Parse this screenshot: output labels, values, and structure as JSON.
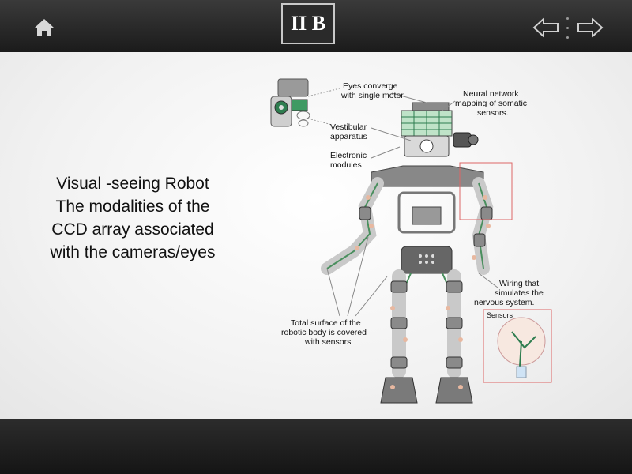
{
  "slide": {
    "title": "II B",
    "body_lines": [
      "Visual -seeing Robot",
      "The modalities of the",
      "CCD array associated",
      "with the cameras/eyes"
    ]
  },
  "figure": {
    "labels": {
      "eyes_1": "Eyes converge",
      "eyes_2": "with single motor",
      "neural_1": "Neural network",
      "neural_2": "mapping of somatic",
      "neural_3": "sensors.",
      "vest_1": "Vestibular",
      "vest_2": "apparatus",
      "elec_1": "Electronic",
      "elec_2": "modules",
      "wiring_1": "Wiring that",
      "wiring_2": "simulates the",
      "wiring_3": "nervous system.",
      "sensors": "Sensors",
      "surface_1": "Total surface of the",
      "surface_2": "robotic body is covered",
      "surface_3": "with sensors"
    }
  },
  "icons": {
    "home": "home-icon",
    "prev": "arrow-left-icon",
    "next": "arrow-right-icon"
  }
}
